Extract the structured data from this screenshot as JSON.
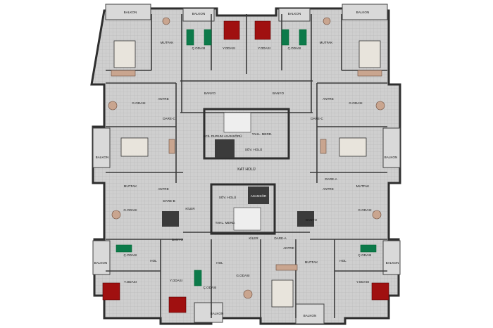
{
  "title": "Kat Planı",
  "rooms": [
    {
      "name": "BALKON"
    },
    {
      "name": "BALKON"
    },
    {
      "name": "BALKON"
    },
    {
      "name": "BALKON"
    },
    {
      "name": "MUTFAK"
    },
    {
      "name": "Ç.ODASI"
    },
    {
      "name": "Y.ODASI"
    },
    {
      "name": "Y.ODASI"
    },
    {
      "name": "Ç.ODASI"
    },
    {
      "name": "MUTFAK"
    },
    {
      "name": "BANYO"
    },
    {
      "name": "BANYO"
    },
    {
      "name": "ANTRE"
    },
    {
      "name": "ANTRE"
    },
    {
      "name": "G.ODASI"
    },
    {
      "name": "G.ODASI"
    },
    {
      "name": "DARE-C"
    },
    {
      "name": "DARE-C"
    },
    {
      "name": "TAHL. MERD."
    },
    {
      "name": "SÖV. HOLÜ"
    },
    {
      "name": "ACİL DURUM ASANSÖRÜ"
    },
    {
      "name": "KAT HOLÜ"
    },
    {
      "name": "BALKON"
    },
    {
      "name": "BALKON"
    },
    {
      "name": "MUTFAK"
    },
    {
      "name": "MUTFAK"
    },
    {
      "name": "ANTRE"
    },
    {
      "name": "ANTRE"
    },
    {
      "name": "G.ODASI"
    },
    {
      "name": "G.ODASI"
    },
    {
      "name": "SÖV. HOLÜ"
    },
    {
      "name": "ASANSÖR"
    },
    {
      "name": "TAHL. MERD."
    },
    {
      "name": "KİLER"
    },
    {
      "name": "DARE-B"
    },
    {
      "name": "DARE-A"
    },
    {
      "name": "BANYO"
    },
    {
      "name": "BANYO"
    },
    {
      "name": "Ç.ODASI"
    },
    {
      "name": "Ç.ODASI"
    },
    {
      "name": "BALKON"
    },
    {
      "name": "BALKON"
    },
    {
      "name": "HOL"
    },
    {
      "name": "HOL"
    },
    {
      "name": "Y.ODASI"
    },
    {
      "name": "Y.ODASI"
    },
    {
      "name": "Ç.ODASI"
    },
    {
      "name": "G.ODASI"
    },
    {
      "name": "MUTFAK"
    },
    {
      "name": "Y.ODASI"
    },
    {
      "name": "ANTRE"
    },
    {
      "name": "DARE-A"
    },
    {
      "name": "KİLER"
    },
    {
      "name": "HOL"
    },
    {
      "name": "BALKON"
    },
    {
      "name": "BALKON"
    }
  ]
}
